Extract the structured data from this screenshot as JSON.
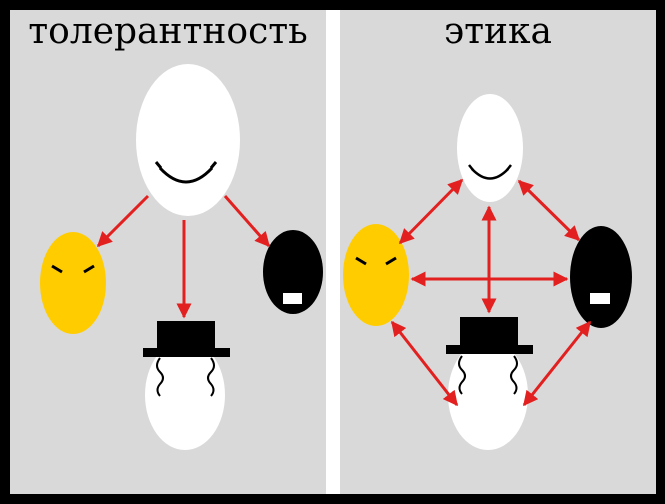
{
  "panels": {
    "left_title": "толерантность",
    "right_title": "этика"
  },
  "colors": {
    "frame": "#000000",
    "panel_bg": "#d9d9d9",
    "divider": "#ffffff",
    "arrow": "#e32020",
    "white_face": "#ffffff",
    "yellow_face": "#ffcc00",
    "black_face": "#000000",
    "hat": "#000000"
  },
  "figures": [
    "white-smiling-face",
    "yellow-angry-face",
    "black-face",
    "hat-face"
  ]
}
